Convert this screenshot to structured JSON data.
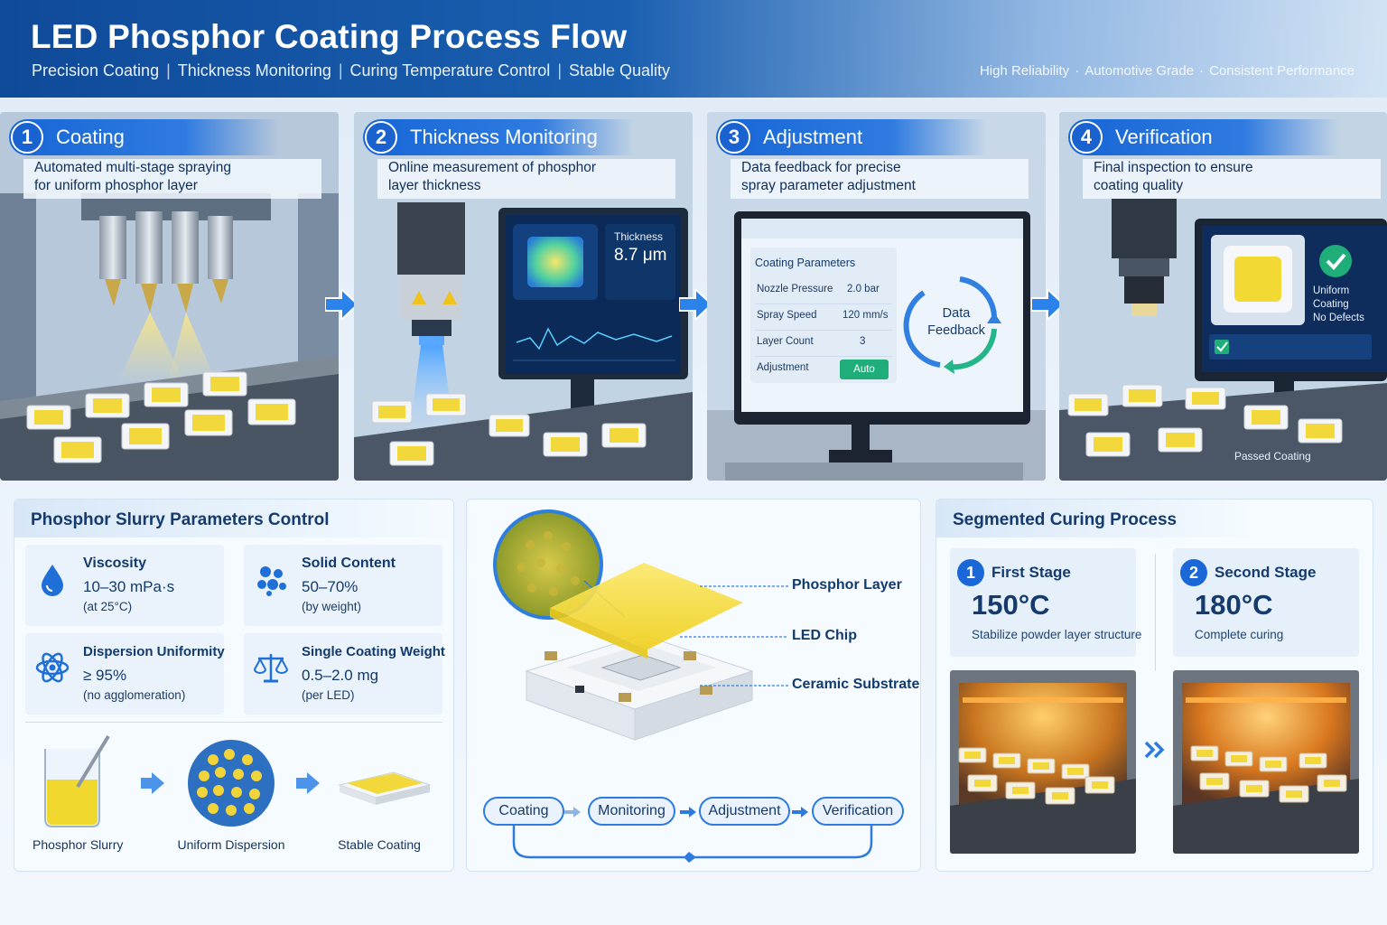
{
  "header": {
    "title": "LED Phosphor Coating Process Flow",
    "subtitle_items": [
      "Precision Coating",
      "Thickness Monitoring",
      "Curing Temperature Control",
      "Stable Quality"
    ],
    "taglines": [
      "High Reliability",
      "Automotive Grade",
      "Consistent Performance"
    ]
  },
  "steps": [
    {
      "num": "1",
      "title": "Coating",
      "desc_line1": "Automated multi-stage spraying",
      "desc_line2": "for uniform phosphor layer"
    },
    {
      "num": "2",
      "title": "Thickness Monitoring",
      "desc_line1": "Online measurement of phosphor",
      "desc_line2": "layer thickness",
      "screen": {
        "label": "Thickness",
        "value": "8.7 μm"
      }
    },
    {
      "num": "3",
      "title": "Adjustment",
      "desc_line1": "Data feedback for precise",
      "desc_line2": "spray parameter adjustment",
      "screen": {
        "heading": "Coating Parameters",
        "rows": [
          {
            "name": "Nozzle Pressure",
            "value": "2.0 bar"
          },
          {
            "name": "Spray Speed",
            "value": "120 mm/s"
          },
          {
            "name": "Layer Count",
            "value": "3"
          },
          {
            "name": "Adjustment",
            "value": "Auto"
          }
        ],
        "feedback_line1": "Data",
        "feedback_line2": "Feedback"
      }
    },
    {
      "num": "4",
      "title": "Verification",
      "desc_line1": "Final inspection to ensure",
      "desc_line2": "coating quality",
      "screen": {
        "line1": "Uniform",
        "line2": "Coating",
        "line3": "No Defects",
        "status": "Passed Coating"
      }
    }
  ],
  "slurry": {
    "title": "Phosphor Slurry Parameters Control",
    "params": [
      {
        "name": "Viscosity",
        "value": "10–30 mPa·s",
        "note": "(at 25°C)",
        "icon": "droplet-icon"
      },
      {
        "name": "Solid Content",
        "value": "50–70%",
        "note": "(by weight)",
        "icon": "particles-icon"
      },
      {
        "name": "Dispersion Uniformity",
        "value": "≥ 95%",
        "note": "(no agglomeration)",
        "icon": "atom-icon"
      },
      {
        "name": "Single Coating Weight",
        "value": "0.5–2.0 mg",
        "note": "(per LED)",
        "icon": "balance-scale-icon"
      }
    ],
    "flow": [
      "Phosphor Slurry",
      "Uniform Dispersion",
      "Stable Coating"
    ]
  },
  "structure": {
    "layers": [
      "Phosphor Layer",
      "LED Chip",
      "Ceramic Substrate"
    ],
    "loop": [
      "Coating",
      "Monitoring",
      "Adjustment",
      "Verification"
    ]
  },
  "curing": {
    "title": "Segmented Curing Process",
    "stages": [
      {
        "num": "1",
        "name": "First Stage",
        "temp": "150°C",
        "desc": "Stabilize powder layer structure"
      },
      {
        "num": "2",
        "name": "Second Stage",
        "temp": "180°C",
        "desc": "Complete curing"
      }
    ]
  },
  "colors": {
    "primary": "#1a62d0",
    "accent": "#2d7be0",
    "phosphor": "#f3d934",
    "ok": "#1fae7a"
  }
}
